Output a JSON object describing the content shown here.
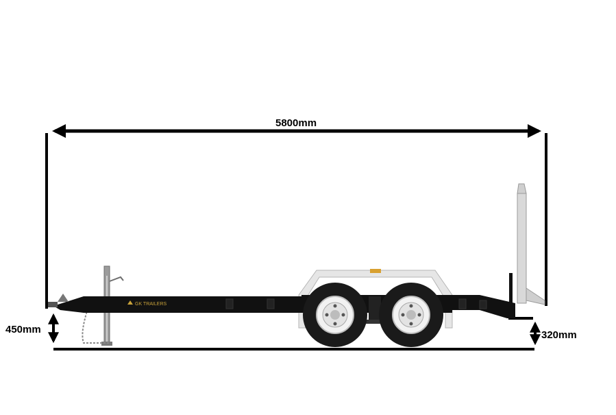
{
  "dimensions": {
    "overall_length": "5800mm",
    "front_height": "450mm",
    "rear_height": "320mm"
  },
  "branding": {
    "logo_text": "GK TRAILERS"
  },
  "colors": {
    "frame": "#111111",
    "ramp": "#d9d9d9",
    "fender": "#e6e6e6",
    "tyre": "#1a1a1a",
    "rim": "#f2f2f2",
    "logo": "#c9a23a",
    "dimension_line": "#000000"
  }
}
